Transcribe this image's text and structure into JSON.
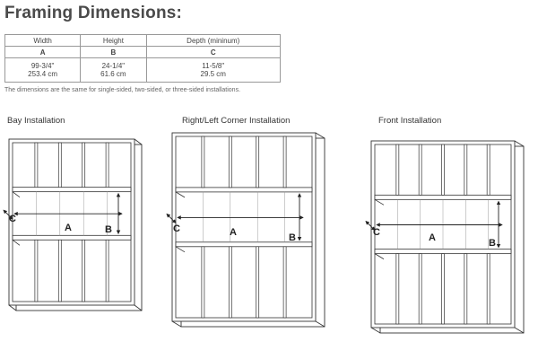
{
  "title": "Framing Dimensions:",
  "table": {
    "headers": [
      "Width",
      "Height",
      "Depth (mininum)"
    ],
    "letters": [
      "A",
      "B",
      "C"
    ],
    "rows": [
      [
        "99-3/4\"",
        "24-1/4\"",
        "11-5/8\""
      ],
      [
        "253.4 cm",
        "61.6 cm",
        "29.5 cm"
      ]
    ]
  },
  "note": "The dimensions are the same for single-sided, two-sided, or three-sided installations.",
  "illustrations": [
    {
      "caption": "Bay Installation",
      "labels": {
        "a": "A",
        "b": "B",
        "c": "C"
      }
    },
    {
      "caption": "Right/Left Corner Installation",
      "labels": {
        "a": "A",
        "b": "B",
        "c": "C"
      }
    },
    {
      "caption": "Front Installation",
      "labels": {
        "a": "A",
        "b": "B",
        "c": "C"
      }
    }
  ]
}
